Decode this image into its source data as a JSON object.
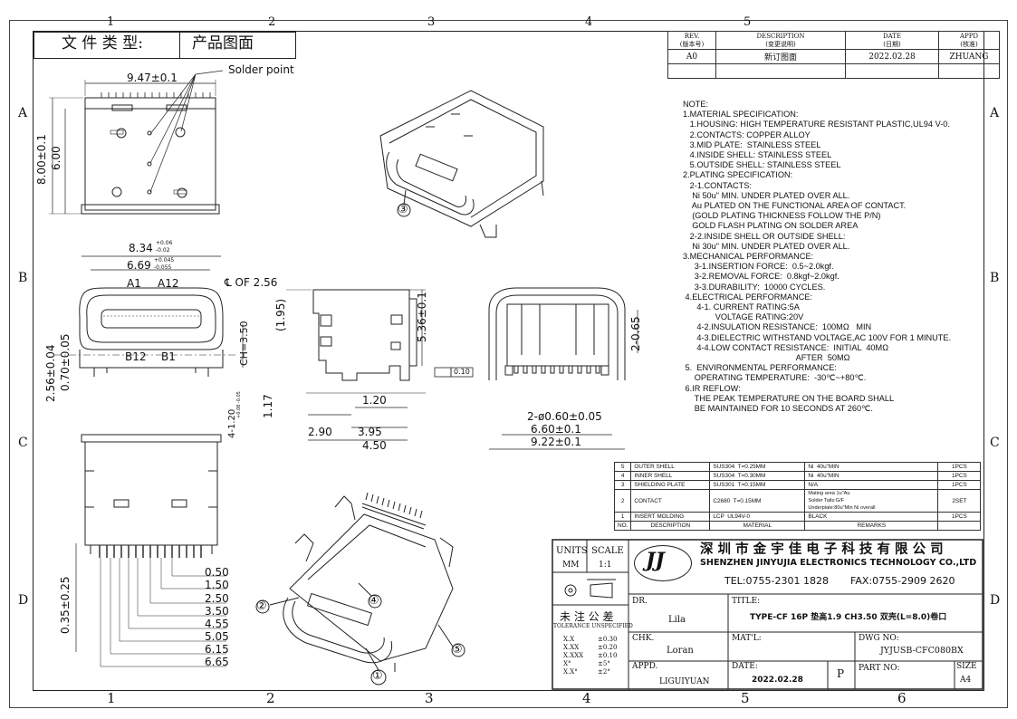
{
  "grid": {
    "top_cols": [
      "1",
      "2",
      "3",
      "4",
      "5"
    ],
    "bottom_cols": [
      "1",
      "2",
      "3",
      "4",
      "5",
      "6"
    ],
    "rows": [
      "A",
      "B",
      "C",
      "D"
    ]
  },
  "header": {
    "doc_type_label": "文 件 类 型:",
    "doc_type_value": "产品图面"
  },
  "revision": {
    "headers": [
      {
        "en": "REV.",
        "zh": "(版本号)"
      },
      {
        "en": "DESCRIPTION",
        "zh": "(变更说明)"
      },
      {
        "en": "DATE",
        "zh": "(日期)"
      },
      {
        "en": "APPD",
        "zh": "(核准)"
      }
    ],
    "row": [
      "A0",
      "新订图面",
      "2022.02.28",
      "ZHUANG"
    ]
  },
  "dimensions": {
    "solder_point": "Solder point",
    "width_top": "9.47±0.1",
    "height_800": "8.00±0.1",
    "height_600": "6.00",
    "w834": "8.34",
    "w834_tol_up": "+0.06",
    "w834_tol_dn": "-0.02",
    "w669": "6.69",
    "w669_tol_up": "+0.045",
    "w669_tol_dn": "-0.055",
    "a1": "A1",
    "a12": "A12",
    "b12": "B12",
    "b1": "B1",
    "cl_of": "℄ OF 2.56",
    "h256": "2.56±0.04",
    "h070": "0.70±0.05",
    "ch350": "CH=3.50",
    "h120": "4-1.20",
    "h120_tol": "+0.08 -0.05",
    "d195": "(1.95)",
    "d536": "5.36±0.1",
    "d117": "1.17",
    "d120": "1.20",
    "d290": "2.90",
    "d395": "3.95",
    "d450": "4.50",
    "flat": "0.10",
    "d065": "2-0.65",
    "d060": "2-ø0.60±0.05",
    "d660": "6.60±0.1",
    "d922": "9.22±0.1",
    "d035": "0.35±0.25",
    "pitch": [
      "0.50",
      "1.50",
      "2.50",
      "3.50",
      "4.55",
      "5.05",
      "6.15",
      "6.65"
    ]
  },
  "balloons": [
    "①",
    "②",
    "③",
    "④",
    "⑤"
  ],
  "notes": [
    "NOTE:",
    "1.MATERIAL SPECIFICATION:",
    "   1.HOUSING: HIGH TEMPERATURE RESISTANT PLASTIC,UL94 V-0.",
    "   2.CONTACTS: COPPER ALLOY",
    "   3.MID PLATE:  STAINLESS STEEL",
    "   4.INSIDE SHELL: STAINLESS STEEL",
    "   5.OUTSIDE SHELL: STAINLESS STEEL",
    "2.PLATING SPECIFICATION:",
    "   2-1.CONTACTS:",
    "    Ni 50u\" MIN. UNDER PLATED OVER ALL.",
    "    Au PLATED ON THE FUNCTIONAL AREA OF CONTACT.",
    "    (GOLD PLATING THICKNESS FOLLOW THE P/N)",
    "    GOLD FLASH PLATING ON SOLDER AREA",
    "   2-2.INSIDE SHELL OR OUTSIDE SHELL:",
    "    Ni 30u\" MIN. UNDER PLATED OVER ALL.",
    "3.MECHANICAL PERFORMANCE:",
    "     3-1.INSERTION FORCE:  0.5~2.0kgf.",
    "     3-2.REMOVAL FORCE:  0.8kgf~2.0kgf.",
    "     3-3.DURABILITY:  10000 CYCLES.",
    " 4.ELECTRICAL PERFORMANCE:",
    "      4-1. CURRENT RATING:5A",
    "              VOLTAGE RATING:20V",
    "      4-2.INSULATION RESISTANCE:  100MΩ   MIN",
    "      4-3.DIELECTRIC WITHSTAND VOLTAGE,AC 100V FOR 1 MINUTE.",
    "      4-4.LOW CONTACT RESISTANCE:  INITIAL  40MΩ",
    "                                                 AFTER  50MΩ",
    " 5.  ENVIRONMENTAL PERFORMANCE:",
    "     OPERATING TEMPERATURE:  -30℃~+80℃.",
    " 6.IR REFLOW:",
    "     THE PEAK TEMPERATURE ON THE BOARD SHALL",
    "     BE MAINTAINED FOR 10 SECONDS AT 260℃."
  ],
  "bom": {
    "rows": [
      {
        "no": "5",
        "desc": "OUTER SHELL",
        "mat": "SUS304  T=0.25MM",
        "remarks": "Ni  40u\"MIN",
        "qty": "1PCS"
      },
      {
        "no": "4",
        "desc": "INNER SHELL",
        "mat": "SUS304  T=0.30MM",
        "remarks": "Ni  40u\"MIN",
        "qty": "1PCS"
      },
      {
        "no": "3",
        "desc": "SHIELDING PLATE",
        "mat": "SUS301  T=0.15MM",
        "remarks": "N/A",
        "qty": "1PCS"
      },
      {
        "no": "2",
        "desc": "CONTACT",
        "mat": "C2680  T=0.15MM",
        "remarks": "Mating area 1u\"Au\nSolder Tails:G/F\nUnderplate:80u\"Min Ni overall",
        "qty": "2SET"
      },
      {
        "no": "1",
        "desc": "INSERT MOLDING",
        "mat": "LCP  UL94V-0",
        "remarks": "BLACK",
        "qty": "1PCS"
      }
    ],
    "header": {
      "no": "NO.",
      "desc": "DESCRIPTION",
      "mat": "MATERIAL",
      "remarks": "REMARKS"
    }
  },
  "title_block": {
    "units_label": "UNITS",
    "units_value": "MM",
    "scale_label": "SCALE",
    "scale_value": "1:1",
    "logo_text": "JJ",
    "company_cn": "深 圳 市 金 宇 佳 电 子 科 技 有 限 公 司",
    "company_en": "SHENZHEN JINYUJIA ELECTRONICS TECHNOLOGY CO.,LTD",
    "tel": "TEL:0755-2301 1828",
    "fax": "FAX:0755-2909 2620",
    "tol_title": "未 注 公 差",
    "tol_subtitle": "TOLERANCE UNSPECIFIED",
    "tolerances": [
      {
        "k": "X.X",
        "v": "±0.30"
      },
      {
        "k": "X.XX",
        "v": "±0.20"
      },
      {
        "k": "X.XXX",
        "v": "±0.10"
      },
      {
        "k": "X°",
        "v": "±5°"
      },
      {
        "k": "X.X°",
        "v": "±2°"
      }
    ],
    "dr_label": "DR.",
    "dr_value": "Lila",
    "chk_label": "CHK.",
    "chk_value": "Loran",
    "appd_label": "APPD.",
    "appd_value": "LIGUIYUAN",
    "title_label": "TITLE:",
    "title_value": "TYPE-CF 16P 垫高1.9 CH3.50 双壳(L=8.0)卷口",
    "matl_label": "MAT'L:",
    "dwg_label": "DWG NO:",
    "dwg_value": "JYJUSB-CFC080BX",
    "date_label": "DATE:",
    "date_value": "2022.02.28",
    "p_value": "P",
    "part_label": "PART  NO:",
    "size_label": "SIZE",
    "size_value": "A4"
  }
}
